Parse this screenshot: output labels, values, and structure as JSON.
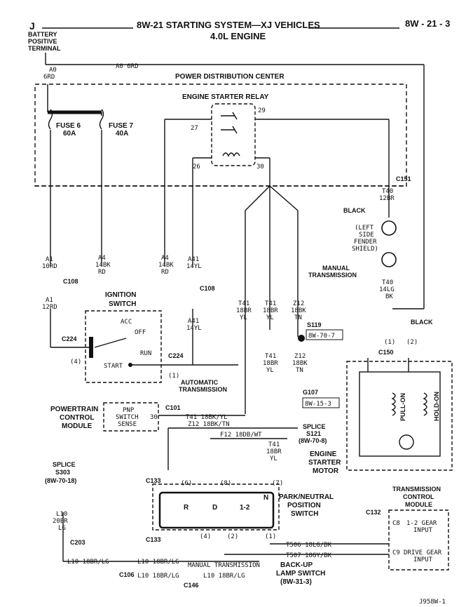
{
  "header": {
    "section_letter": "J",
    "title_line1": "8W-21 STARTING SYSTEM—XJ VEHICLES",
    "title_line2": "4.0L ENGINE",
    "page_ref": "8W - 21 - 3"
  },
  "battery": {
    "line1": "BATTERY",
    "line2": "POSITIVE",
    "line3": "TERMINAL"
  },
  "pdc": {
    "title": "POWER DISTRIBUTION CENTER"
  },
  "relay": {
    "title": "ENGINE STARTER RELAY",
    "pin27": "27",
    "pin29": "29",
    "pin26": "26",
    "pin30": "30"
  },
  "fuse6": {
    "line1": "FUSE 6",
    "line2": "60A"
  },
  "fuse7": {
    "line1": "FUSE 7",
    "line2": "40A"
  },
  "wires": {
    "a0_top": "A0 6RD",
    "a0_left1": "A0",
    "a0_left2": "6RD",
    "a1_1": "A1",
    "a1_2": "10RD",
    "a1b_1": "A1",
    "a1b_2": "12RD",
    "a4a_1": "A4",
    "a4a_2": "14BK",
    "a4a_3": "RD",
    "a4b_1": "A4",
    "a4b_2": "14BK",
    "a4b_3": "RD",
    "a41_1": "A41",
    "a41_2": "14YL",
    "a41b_1": "A41",
    "a41b_2": "14YL",
    "t40a_1": "T40",
    "t40a_2": "12BR",
    "t40b_1": "T40",
    "t40b_2": "14LG",
    "t40b_3": "BK",
    "t41a_1": "T41",
    "t41a_2": "18BR",
    "t41a_3": "YL",
    "t41b_1": "T41",
    "t41b_2": "18BR",
    "t41b_3": "YL",
    "t41c_1": "T41",
    "t41c_2": "18BR",
    "t41c_3": "YL",
    "t41d_1": "T41",
    "t41d_2": "18BR",
    "t41d_3": "YL",
    "z12a_1": "Z12",
    "z12a_2": "18BK",
    "z12a_3": "TN",
    "z12b_1": "Z12",
    "z12b_2": "18BK",
    "z12b_3": "TN",
    "pcm_t41": "T41 18BK/YL",
    "pcm_z12": "Z12 18BK/TN",
    "f12": "F12 18DB/WT",
    "l10_1": "L10",
    "l10_2": "20BR",
    "l10_3": "LG",
    "l10_bottom": "L10 18BR/LG",
    "l10_mid": "L10 18BR/LG",
    "l10_lower": "L10 18BR/LG",
    "l10_right": "L10 18BR/LG",
    "t506": "T506 18LG/BK",
    "t507": "T507 18GY/BK"
  },
  "connectors": {
    "c151": "C151",
    "c108a": "C108",
    "c108b": "C108",
    "c224a": "C224",
    "c224b": "C224",
    "c150": "C150",
    "c101": "C101",
    "c133a": "C133",
    "c133b": "C133",
    "c203": "C203",
    "c132": "C132",
    "c106": "C106",
    "c146": "C146"
  },
  "ignition": {
    "title1": "IGNITION",
    "title2": "SWITCH",
    "acc": "ACC",
    "off": "OFF",
    "run": "RUN",
    "start": "START",
    "pin4": "(4)",
    "pin1": "(1)"
  },
  "labels": {
    "black1": "BLACK",
    "fender1": "(LEFT",
    "fender2": "SIDE",
    "fender3": "FENDER",
    "fender4": "SHIELD)",
    "black2": "BLACK",
    "manual_trans1": "MANUAL",
    "manual_trans2": "TRANSMISSION",
    "auto_trans1": "AUTOMATIC",
    "auto_trans2": "TRANSMISSION",
    "s119": "S119",
    "s119_ref": "8W-70-7",
    "g107": "G107",
    "g107_ref": "8W-15-3",
    "splice_s121_1": "SPLICE",
    "splice_s121_2": "S121",
    "splice_s121_3": "(8W-70-8)",
    "splice_s303_1": "SPLICE",
    "splice_s303_2": "S303",
    "splice_s303_3": "(8W-70-18)",
    "pcm1": "POWERTRAIN",
    "pcm2": "CONTROL",
    "pcm3": "MODULE",
    "pnp1": "PNP",
    "pnp2": "SWITCH",
    "pnp3": "SENSE",
    "pnp_pin": "30",
    "motor1": "ENGINE",
    "motor2": "STARTER",
    "motor3": "MOTOR",
    "pull_on": "PULL-ON",
    "hold_on": "HOLD-ON",
    "motor_pin1": "(1)",
    "motor_pin2": "(2)",
    "pnsw1": "PARK/NEUTRAL",
    "pnsw2": "POSITION",
    "pnsw3": "SWITCH",
    "pn_r": "R",
    "pn_d": "D",
    "pn_12": "1-2",
    "pn_n": "N",
    "pin6": "(6)",
    "pin8": "(8)",
    "pin7": "(7)",
    "pin4": "(4)",
    "pin2": "(2)",
    "pin1": "(1)",
    "tcm1": "TRANSMISSION",
    "tcm2": "CONTROL",
    "tcm3": "MODULE",
    "c8": "C8",
    "c8_1": "1-2 GEAR",
    "c8_2": "INPUT",
    "c9": "C9",
    "c9_1": "DRIVE GEAR",
    "c9_2": "INPUT",
    "manual_trans_bottom": "MANUAL TRANSMISSION",
    "backup1": "BACK-UP",
    "backup2": "LAMP SWITCH",
    "backup3": "(8W-31-3)",
    "fig_id": "J958W-1"
  }
}
